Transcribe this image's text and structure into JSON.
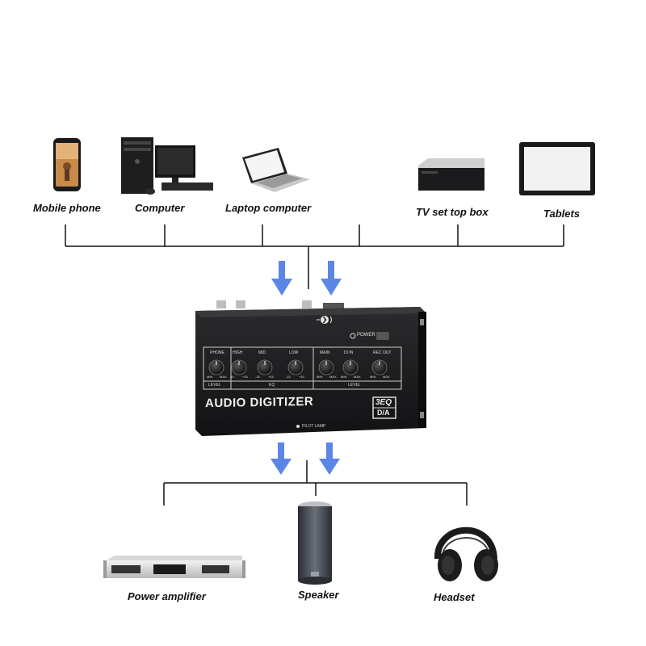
{
  "inputs": {
    "mobile_phone": "Mobile phone",
    "computer": "Computer",
    "laptop": "Laptop computer",
    "tv_box": "TV set top box",
    "tablets": "Tablets"
  },
  "outputs": {
    "power_amplifier": "Power amplifier",
    "speaker": "Speaker",
    "headset": "Headset"
  },
  "device": {
    "title": "AUDIO DIGITIZER",
    "badge_top": "3EQ",
    "badge_bottom": "D/A",
    "power": "POWER",
    "pilot_lamp": "PILOT LAMP",
    "knobs": [
      {
        "label": "PHONE",
        "min": "MIN",
        "max": "MAX"
      },
      {
        "label": "HIGH",
        "min": "-15",
        "max": "+15"
      },
      {
        "label": "MID",
        "min": "-15",
        "max": "+15"
      },
      {
        "label": "LOW",
        "min": "-15",
        "max": "+15"
      },
      {
        "label": "MAIN",
        "min": "MIN",
        "max": "MAX"
      },
      {
        "label": "DI IN",
        "min": "MIN",
        "max": "MAX"
      },
      {
        "label": "REC OUT",
        "min": "MIN",
        "max": "MAX"
      }
    ],
    "group_labels": {
      "level_left": "LEVEL",
      "eq": "EQ",
      "level_right": "LEVEL"
    }
  },
  "colors": {
    "arrow": "#5b86e5",
    "line": "#111111",
    "device_body": "#1c1c1e",
    "device_front": "#141416"
  },
  "icons": [
    "mobile-phone-icon",
    "computer-icon",
    "laptop-icon",
    "tv-set-top-box-icon",
    "tablet-icon",
    "power-amplifier-icon",
    "speaker-icon",
    "headset-icon",
    "bluetooth-icon"
  ]
}
